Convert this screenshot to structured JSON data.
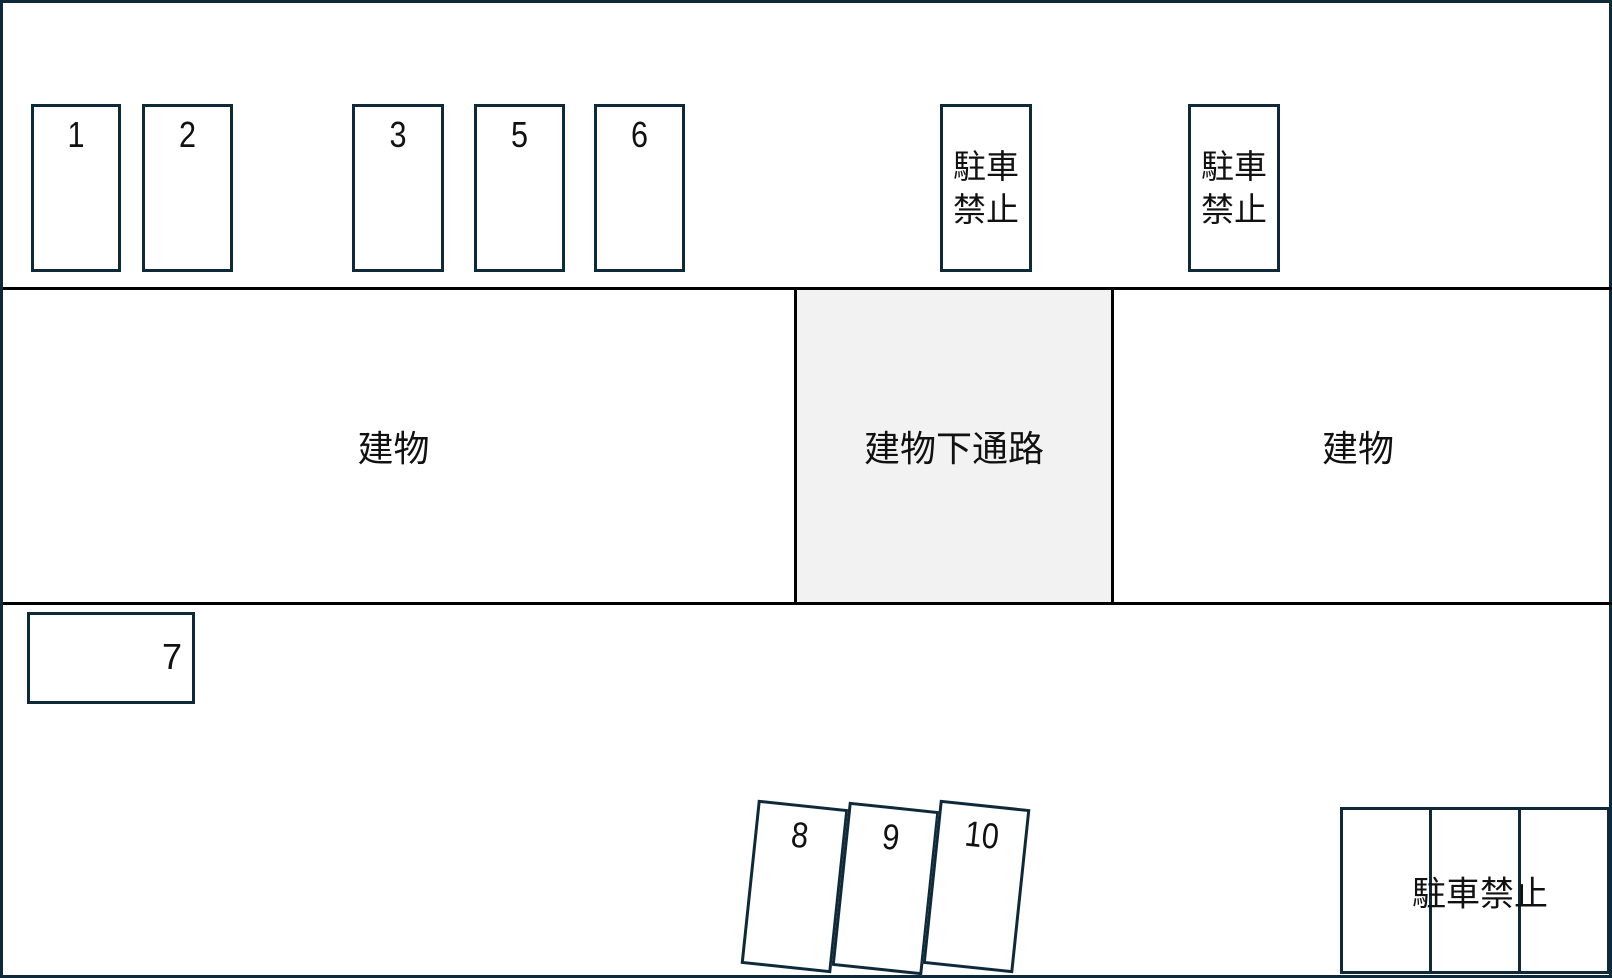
{
  "title": "Parking lot layout",
  "colors": {
    "outline": "#0e2a3a",
    "divider": "#000000",
    "passage_fill": "#f2f2f2",
    "background": "#ffffff"
  },
  "top_row": {
    "spots": [
      {
        "label": "1"
      },
      {
        "label": "2"
      },
      {
        "label": "3"
      },
      {
        "label": "5"
      },
      {
        "label": "6"
      }
    ],
    "no_parking": [
      {
        "line1": "駐車",
        "line2": "禁止"
      },
      {
        "line1": "駐車",
        "line2": "禁止"
      }
    ]
  },
  "building_band": {
    "left_building": "建物",
    "passage": "建物下通路",
    "right_building": "建物"
  },
  "bottom_area": {
    "spot_7": "7",
    "angled_spots": [
      {
        "label": "8"
      },
      {
        "label": "9"
      },
      {
        "label": "10"
      }
    ],
    "no_parking_group_label": "駐車禁止"
  }
}
